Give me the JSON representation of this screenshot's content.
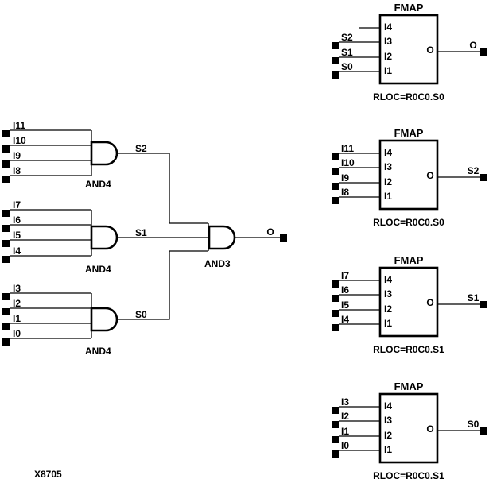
{
  "figure_label": "X8705",
  "colors": {
    "line": "#000000",
    "background": "#ffffff",
    "pin_square": "#000000"
  },
  "left_section": {
    "and4_gates": [
      {
        "type_label": "AND4",
        "output_label": "S2",
        "inputs": [
          "I11",
          "I10",
          "I9",
          "I8"
        ]
      },
      {
        "type_label": "AND4",
        "output_label": "S1",
        "inputs": [
          "I7",
          "I6",
          "I5",
          "I4"
        ]
      },
      {
        "type_label": "AND4",
        "output_label": "S0",
        "inputs": [
          "I3",
          "I2",
          "I1",
          "I0"
        ]
      }
    ],
    "and3_gate": {
      "type_label": "AND3",
      "output_label": "O"
    }
  },
  "fmap_blocks": [
    {
      "title": "FMAP",
      "pin_labels": [
        "I4",
        "I3",
        "I2",
        "I1"
      ],
      "external_inputs": [
        null,
        "S2",
        "S1",
        "S0"
      ],
      "output_pin_label": "O",
      "output_label": "O",
      "rloc_label": "RLOC=R0C0.S0"
    },
    {
      "title": "FMAP",
      "pin_labels": [
        "I4",
        "I3",
        "I2",
        "I1"
      ],
      "external_inputs": [
        "I11",
        "I10",
        "I9",
        "I8"
      ],
      "output_pin_label": "O",
      "output_label": "S2",
      "rloc_label": "RLOC=R0C0.S0"
    },
    {
      "title": "FMAP",
      "pin_labels": [
        "I4",
        "I3",
        "I2",
        "I1"
      ],
      "external_inputs": [
        "I7",
        "I6",
        "I5",
        "I4"
      ],
      "output_pin_label": "O",
      "output_label": "S1",
      "rloc_label": "RLOC=R0C0.S1"
    },
    {
      "title": "FMAP",
      "pin_labels": [
        "I4",
        "I3",
        "I2",
        "I1"
      ],
      "external_inputs": [
        "I3",
        "I2",
        "I1",
        "I0"
      ],
      "output_pin_label": "O",
      "output_label": "S0",
      "rloc_label": "RLOC=R0C0.S1"
    }
  ]
}
